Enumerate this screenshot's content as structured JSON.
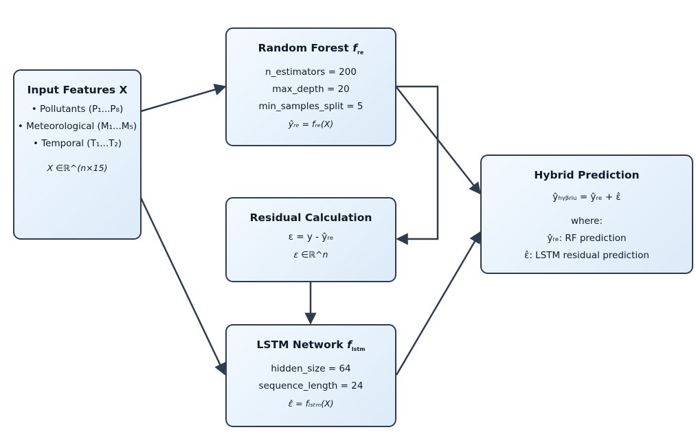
{
  "input": {
    "title": "Input Features X",
    "items": [
      "• Pollutants (P₁...P₈)",
      "• Meteorological (M₁...M₅)",
      "• Temporal (T₁...T₂)"
    ],
    "formula": "X ∈ℝ^(n×15)"
  },
  "rf": {
    "title": "Random Forest",
    "fn_symbol": "f",
    "fn_sub": "re",
    "params": [
      "n_estimators = 200",
      "max_depth = 20",
      "min_samples_split = 5"
    ],
    "formula": "ŷᵣₑ = fᵣₑ(X)"
  },
  "residual": {
    "title": "Residual Calculation",
    "lines": [
      "ε = y - ŷᵣₑ",
      "ε ∈ℝ^n"
    ]
  },
  "lstm": {
    "title": "LSTM Network",
    "fn_symbol": "f",
    "fn_sub": "lstm",
    "params": [
      "hidden_size = 64",
      "sequence_length = 24"
    ],
    "formula": "ε̂ = fₗₛₜₘ(X)"
  },
  "hybrid": {
    "title": "Hybrid Prediction",
    "formula": "ŷₕᵧᵦᵣᵢᵤ = ŷᵣₑ + ε̂",
    "where": "where:",
    "notes": [
      "ŷᵣₑ: RF prediction",
      "ε̂: LSTM residual prediction"
    ]
  },
  "colors": {
    "stroke": "#2e3c4e",
    "fill_light": "#f3f9ff",
    "fill_dark": "#dcebf8"
  }
}
